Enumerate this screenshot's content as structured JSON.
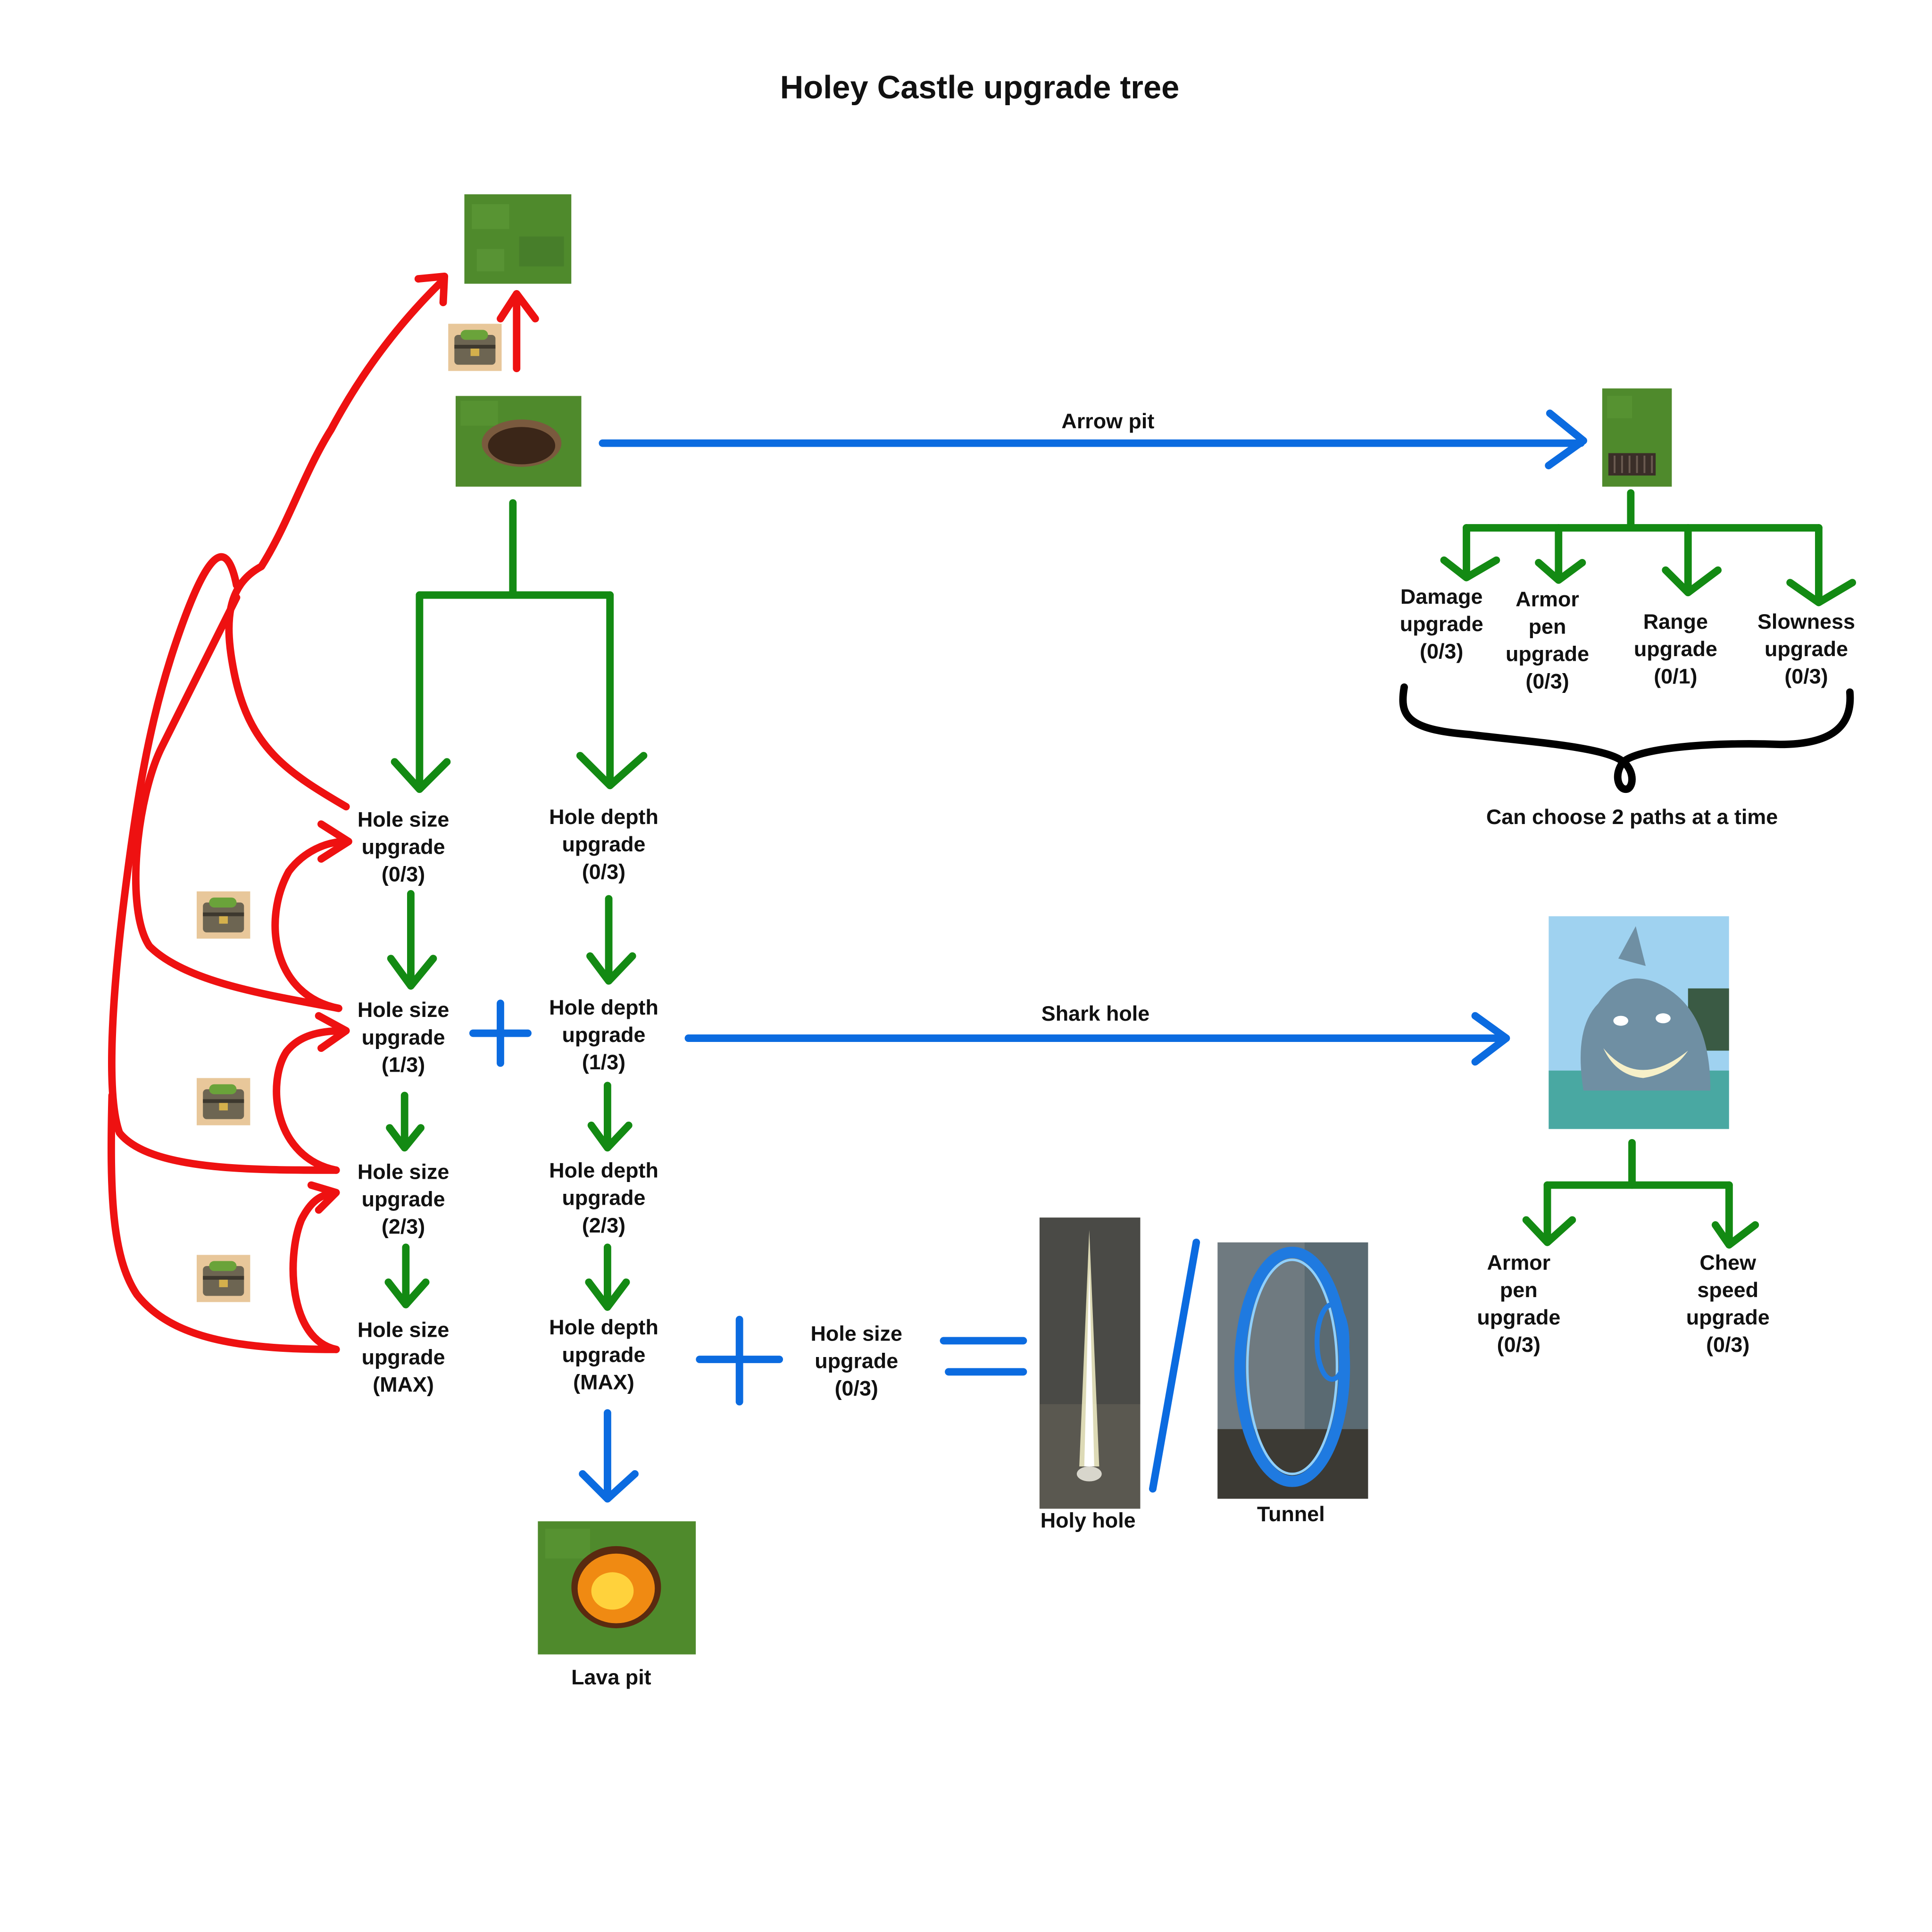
{
  "title": "Holey Castle upgrade tree",
  "colors": {
    "upgrade_arrow": "#138a13",
    "evolution_arrow": "#0b6be0",
    "downgrade_arrow": "#ee1111",
    "brace": "#000000",
    "grass": "#4f8a2c"
  },
  "icons": [
    "grass-tile",
    "hole-tile",
    "arrow-pit-tile",
    "treasure-chest-icon",
    "shark-image",
    "lava-pit-image",
    "holy-light-image",
    "portal-image"
  ],
  "paths": {
    "arrow_pit": {
      "label": "Arrow pit",
      "upgrades": [
        "Damage\nupgrade\n(0/3)",
        "Armor\npen\nupgrade\n(0/3)",
        "Range\nupgrade\n(0/1)",
        "Slowness\nupgrade\n(0/3)"
      ],
      "note": "Can choose 2 paths at a time"
    },
    "hole_size": [
      "Hole size\nupgrade\n(0/3)",
      "Hole size\nupgrade\n(1/3)",
      "Hole size\nupgrade\n(2/3)",
      "Hole size\nupgrade\n(MAX)"
    ],
    "hole_depth": [
      "Hole depth\nupgrade\n(0/3)",
      "Hole depth\nupgrade\n(1/3)",
      "Hole depth\nupgrade\n(2/3)",
      "Hole depth\nupgrade\n(MAX)"
    ],
    "shark_hole": {
      "label": "Shark hole",
      "upgrades": [
        "Armor\npen\nupgrade\n(0/3)",
        "Chew\nspeed\nupgrade\n(0/3)"
      ]
    },
    "lava_pit": "Lava pit",
    "combo": {
      "requirement": "Hole size\nupgrade\n(0/3)",
      "results": [
        "Holy hole",
        "Tunnel"
      ]
    }
  }
}
